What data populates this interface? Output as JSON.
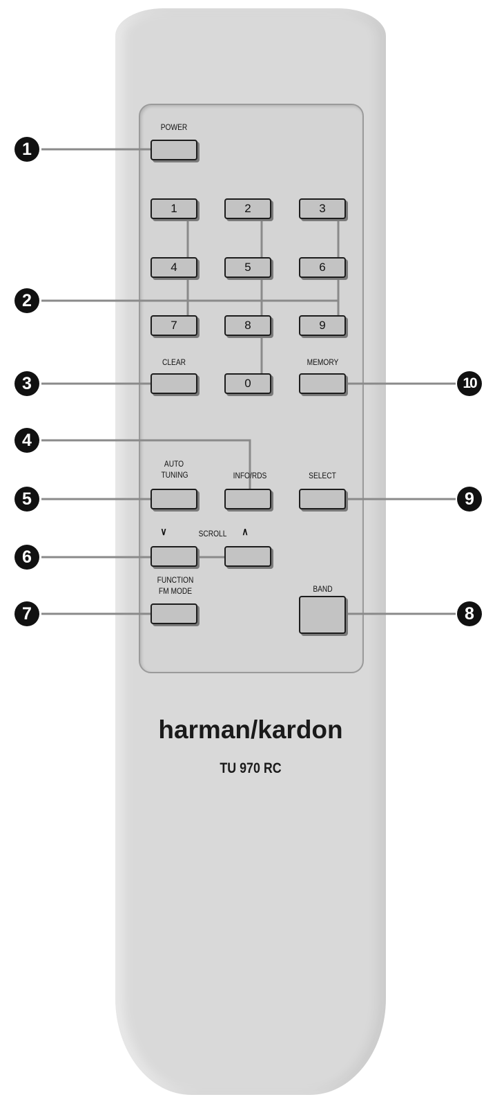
{
  "remote": {
    "buttons": {
      "power": "",
      "digit_1": "1",
      "digit_2": "2",
      "digit_3": "3",
      "digit_4": "4",
      "digit_5": "5",
      "digit_6": "6",
      "digit_7": "7",
      "digit_8": "8",
      "digit_9": "9",
      "digit_0": "0",
      "clear": "",
      "memory": "",
      "auto_tuning": "",
      "info_rds": "",
      "select": "",
      "scroll_down": "",
      "scroll_up": "",
      "function_fm_mode": "",
      "band": ""
    },
    "labels": {
      "power": "POWER",
      "clear": "CLEAR",
      "memory": "MEMORY",
      "auto_tuning_line1": "AUTO",
      "auto_tuning_line2": "TUNING",
      "info_rds": "INFO/RDS",
      "select": "SELECT",
      "scroll_down_arrow": "∨",
      "scroll": "SCROLL",
      "scroll_up_arrow": "∧",
      "function_line1": "FUNCTION",
      "function_line2": "FM MODE",
      "band": "BAND"
    },
    "brand": "harman/kardon",
    "model": "TU 970 RC"
  },
  "callouts": [
    "1",
    "2",
    "3",
    "4",
    "5",
    "6",
    "7",
    "8",
    "9",
    "10"
  ]
}
